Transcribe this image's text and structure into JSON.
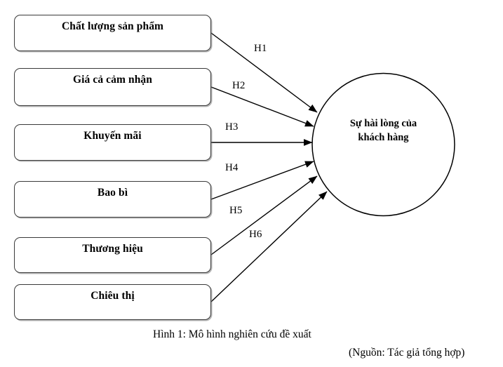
{
  "figure": {
    "title": "Hình 1: Mô hình nghiên cứu đề xuất",
    "source": "(Nguồn: Tác giả tổng hợp)"
  },
  "outcome": {
    "line1": "Sự hài lòng của",
    "line2": "khách hàng"
  },
  "factors": [
    {
      "label": "Chất lượng sản phẩm",
      "hypothesis": "H1"
    },
    {
      "label": "Giá cả cảm nhận",
      "hypothesis": "H2"
    },
    {
      "label": "Khuyến mãi",
      "hypothesis": "H3"
    },
    {
      "label": "Bao bì",
      "hypothesis": "H4"
    },
    {
      "label": "Thương hiệu",
      "hypothesis": "H5"
    },
    {
      "label": "Chiêu thị",
      "hypothesis": "H6"
    }
  ],
  "colors": {
    "stroke": "#000000",
    "box_border": "#3a3a3a",
    "background": "#ffffff",
    "text": "#000000"
  }
}
